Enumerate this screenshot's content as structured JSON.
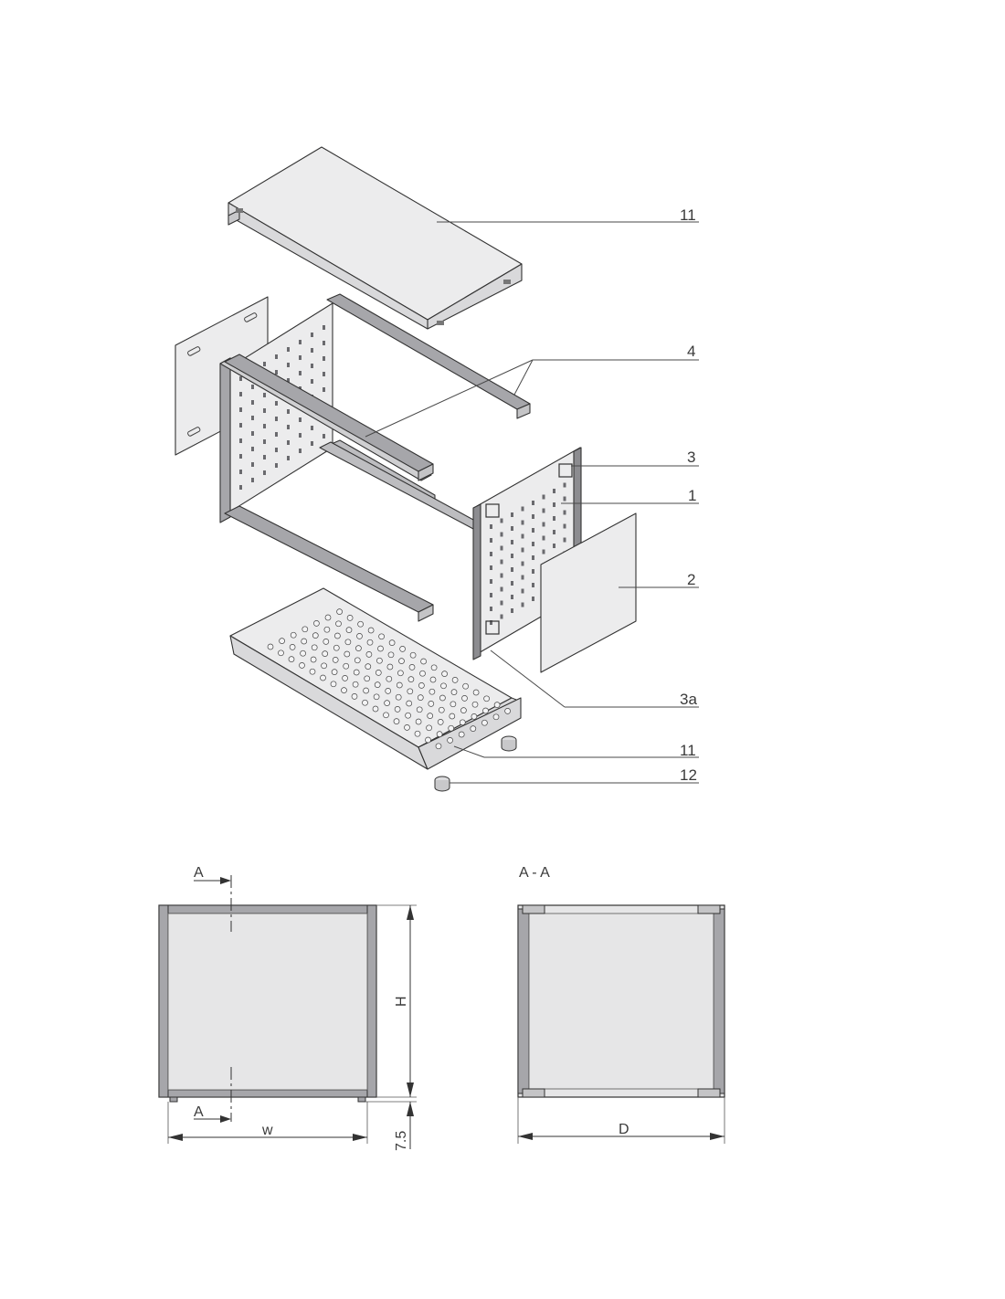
{
  "colors": {
    "panel": "#ececed",
    "panel_light": "#f2f2f3",
    "profile": "#a6a6aa",
    "profile_dark": "#7c7c80",
    "line": "#333333",
    "hole": "#6a6a6e"
  },
  "callouts": {
    "top_cover": "11",
    "profiles": "4",
    "side_frame_top": "3",
    "side_frame": "1",
    "side_panel": "2",
    "side_frame_bottom": "3a",
    "bottom_cover": "11",
    "feet": "12"
  },
  "front_view": {
    "section_mark_top": "A",
    "section_mark_bottom": "A",
    "width_label": "w",
    "height_label": "H",
    "foot_label": "7.5"
  },
  "section_view": {
    "title": "A - A",
    "depth_label": "D"
  }
}
